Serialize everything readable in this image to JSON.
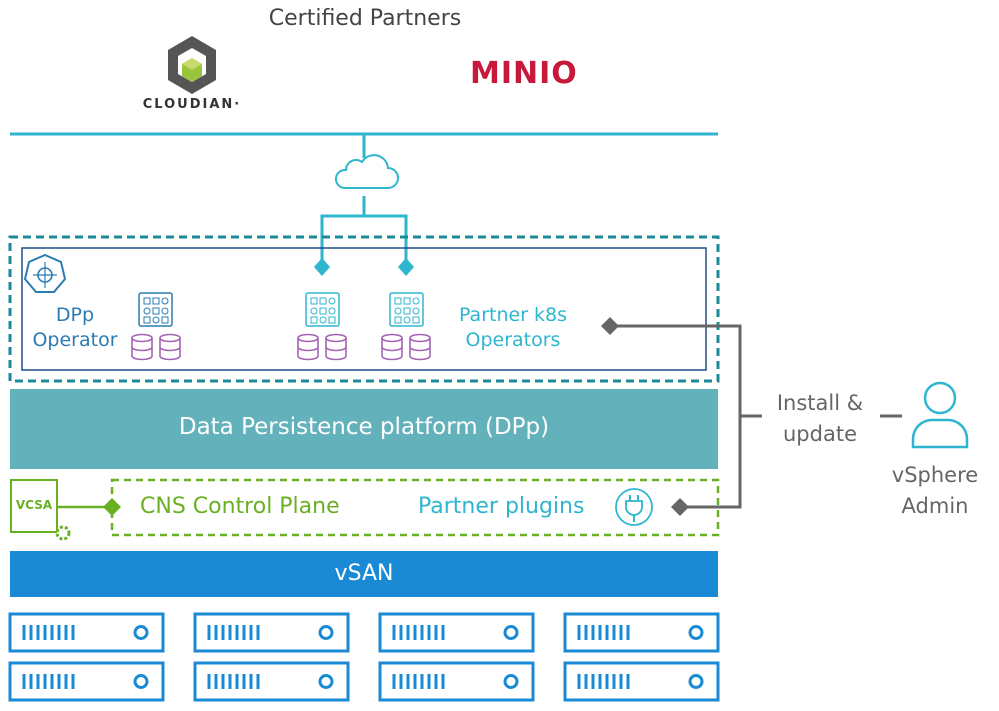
{
  "header": {
    "title": "Certified Partners",
    "partners": [
      {
        "name": "CLOUDIAN",
        "wordmark": "CLOUDIAN·"
      },
      {
        "name": "MINIO",
        "wordmark": "MINIO"
      }
    ]
  },
  "k8s_box": {
    "dpp_operator": [
      "DPp",
      "Operator"
    ],
    "partner_operators": [
      "Partner k8s",
      "Operators"
    ],
    "icons": [
      "kubernetes-icon",
      "operator-grid-icon",
      "database-icon"
    ]
  },
  "layers": {
    "dpp": "Data Persistence platform (DPp)",
    "cns": "CNS Control Plane",
    "partner_plugins": "Partner plugins",
    "vcsa": "VCSA",
    "vsan": "vSAN"
  },
  "side": {
    "install": [
      "Install &",
      "update"
    ],
    "admin": [
      "vSphere",
      "Admin"
    ]
  },
  "colors": {
    "teal_line": "#2eb6cf",
    "dashed_teal": "#1a8a99",
    "dpp_band": "#63b1bb",
    "vsan_band": "#1a8ad4",
    "green": "#6ab023",
    "purple_db": "#a464b4",
    "gray_connector": "#666666"
  },
  "servers": {
    "rows": 2,
    "per_row": 4
  }
}
